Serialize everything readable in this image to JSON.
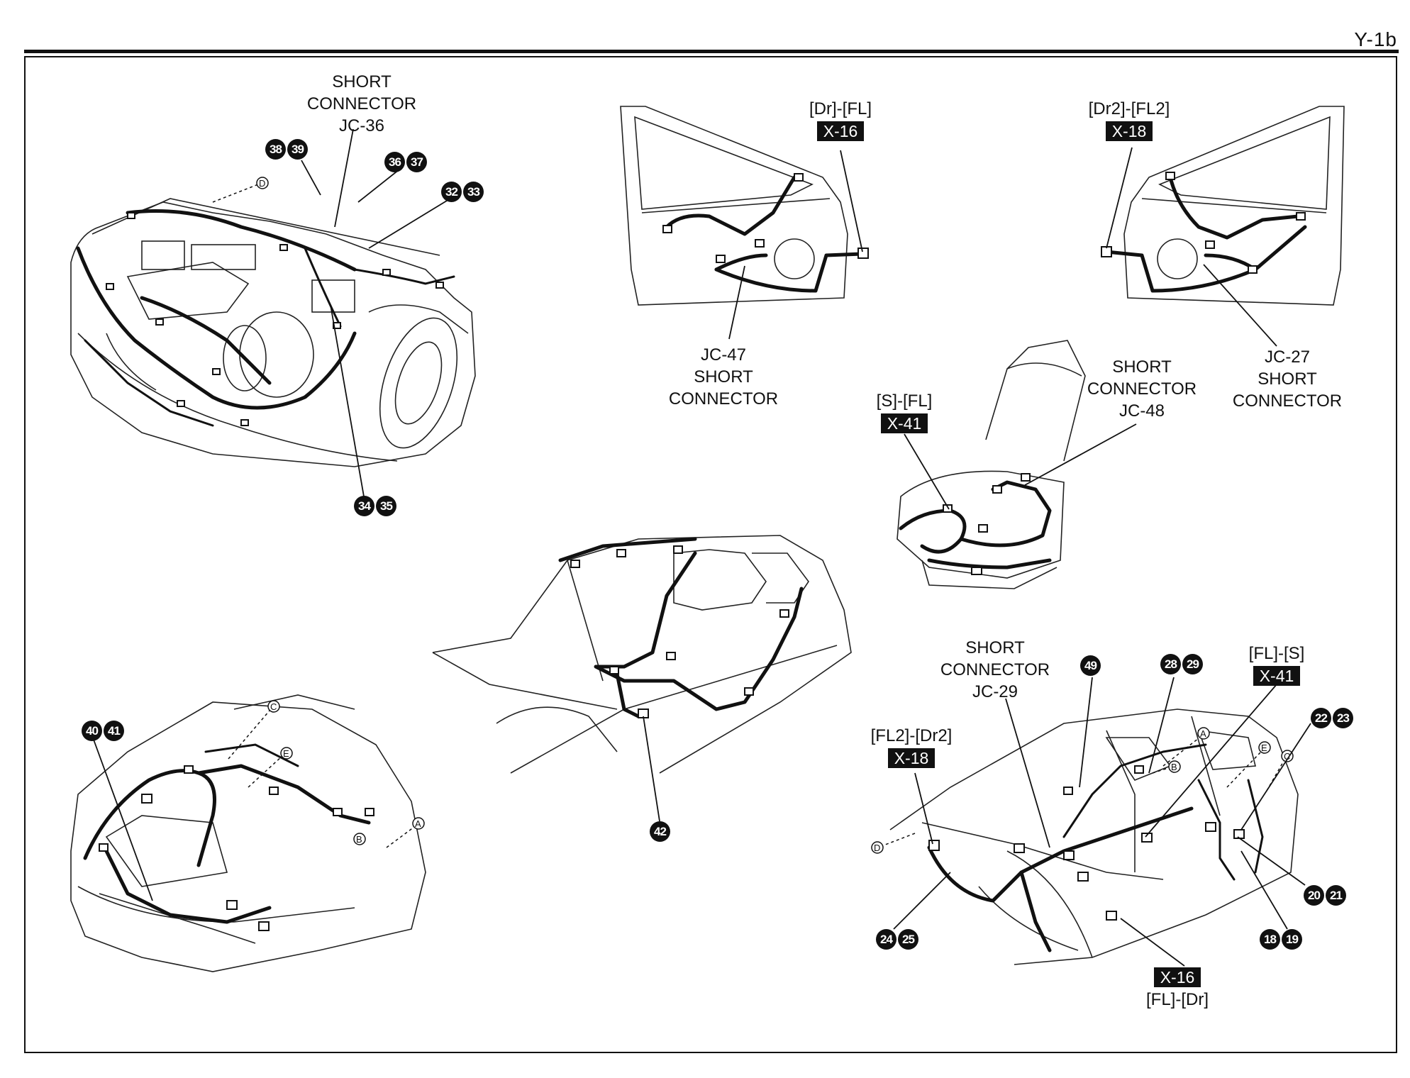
{
  "page": {
    "number": "Y-1b"
  },
  "engine_bay": {
    "callout": {
      "line1": "SHORT",
      "line2": "CONNECTOR",
      "line3": "JC-36"
    },
    "connectors": [
      "38",
      "39",
      "36",
      "37",
      "32",
      "33",
      "34",
      "35"
    ],
    "ref": "D"
  },
  "front_door_left": {
    "label": "[Dr]-[FL]",
    "box": "X-16",
    "callout": {
      "line1": "JC-47",
      "line2": "SHORT",
      "line3": "CONNECTOR"
    }
  },
  "front_door_right": {
    "label": "[Dr2]-[FL2]",
    "box": "X-18",
    "callout": {
      "line1": "JC-27",
      "line2": "SHORT",
      "line3": "CONNECTOR"
    }
  },
  "seat": {
    "label": "[S]-[FL]",
    "box": "X-41",
    "callout": {
      "line1": "SHORT",
      "line2": "CONNECTOR",
      "line3": "JC-48"
    }
  },
  "center_car": {
    "connectors": [
      "42"
    ]
  },
  "rear_trunk": {
    "connectors": [
      "40",
      "41"
    ],
    "refs": [
      "C",
      "E",
      "A",
      "B"
    ]
  },
  "floor": {
    "callout": {
      "line1": "SHORT",
      "line2": "CONNECTOR",
      "line3": "JC-29"
    },
    "label_fl2": "[FL2]-[Dr2]",
    "box_fl2": "X-18",
    "label_fls": "[FL]-[S]",
    "box_fls": "X-41",
    "label_fldr": "[FL]-[Dr]",
    "box_fldr": "X-16",
    "connectors": [
      "49",
      "28",
      "29",
      "22",
      "23",
      "20",
      "21",
      "18",
      "19",
      "24",
      "25"
    ],
    "refs": [
      "A",
      "E",
      "C",
      "B",
      "D"
    ]
  }
}
